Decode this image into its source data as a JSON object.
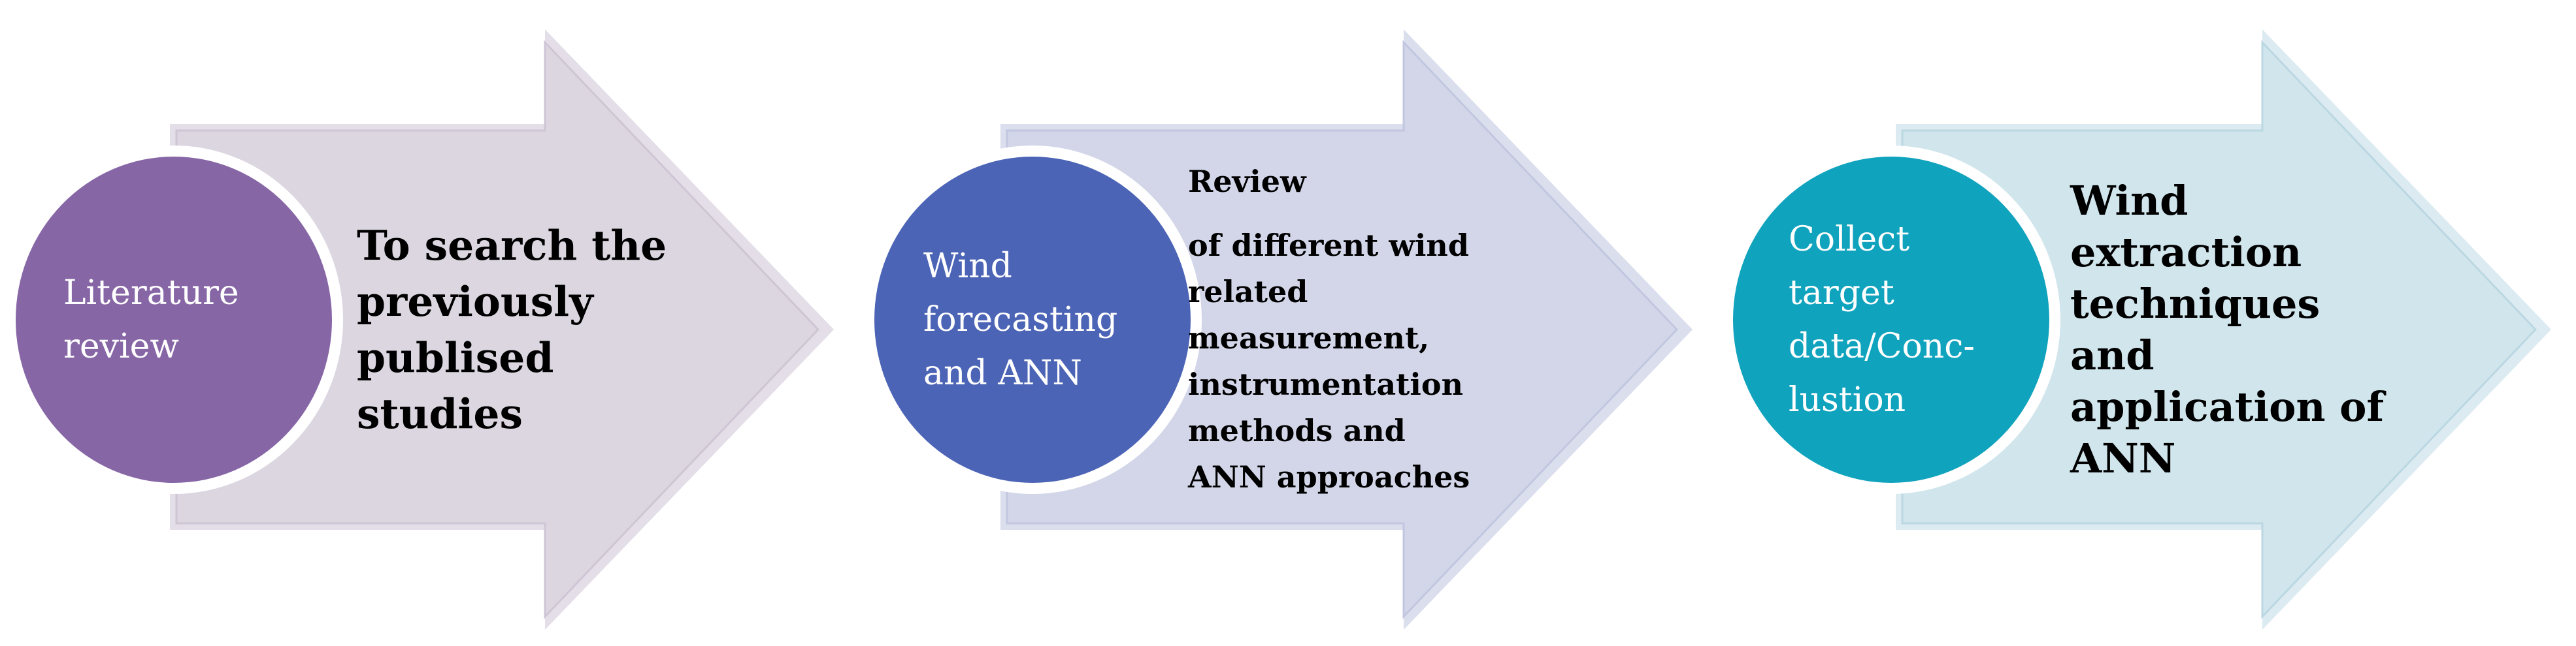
{
  "figure": {
    "title": "Research methodology flow diagram",
    "background": "#ffffff",
    "text_color": "#000000",
    "circle_text_color": "#ffffff"
  },
  "stages": [
    {
      "circle_label": "Literature\nreview",
      "intro": "",
      "description": "To search the\npreviously\npublised\nstudies",
      "colors": {
        "circle": "#8766A6",
        "arrow_fill": "#DCD6E0",
        "arrow_edge": "#E3DEE7",
        "arrow_inner_line": "#CEC6D5",
        "ring": "#FFFFFF"
      }
    },
    {
      "circle_label": "Wind\nforecasting\nand ANN",
      "intro": "Review",
      "description": "of different wind\nrelated\nmeasurement,\ninstrumentation\nmethods and\nANN approaches",
      "colors": {
        "circle": "#4C64B6",
        "arrow_fill": "#D2D6E8",
        "arrow_edge": "#DBDEED",
        "arrow_inner_line": "#C1C7E0",
        "ring": "#FFFFFF"
      }
    },
    {
      "circle_label": "Collect\ntarget\ndata/Conc-\nlustion",
      "intro": "",
      "description": "Wind\nextraction\ntechniques\nand\napplication of\nANN",
      "colors": {
        "circle": "#10A3BD",
        "arrow_fill": "#D0E5EC",
        "arrow_edge": "#DCEBF1",
        "arrow_inner_line": "#BBD7E2",
        "ring": "#FFFFFF"
      }
    }
  ]
}
